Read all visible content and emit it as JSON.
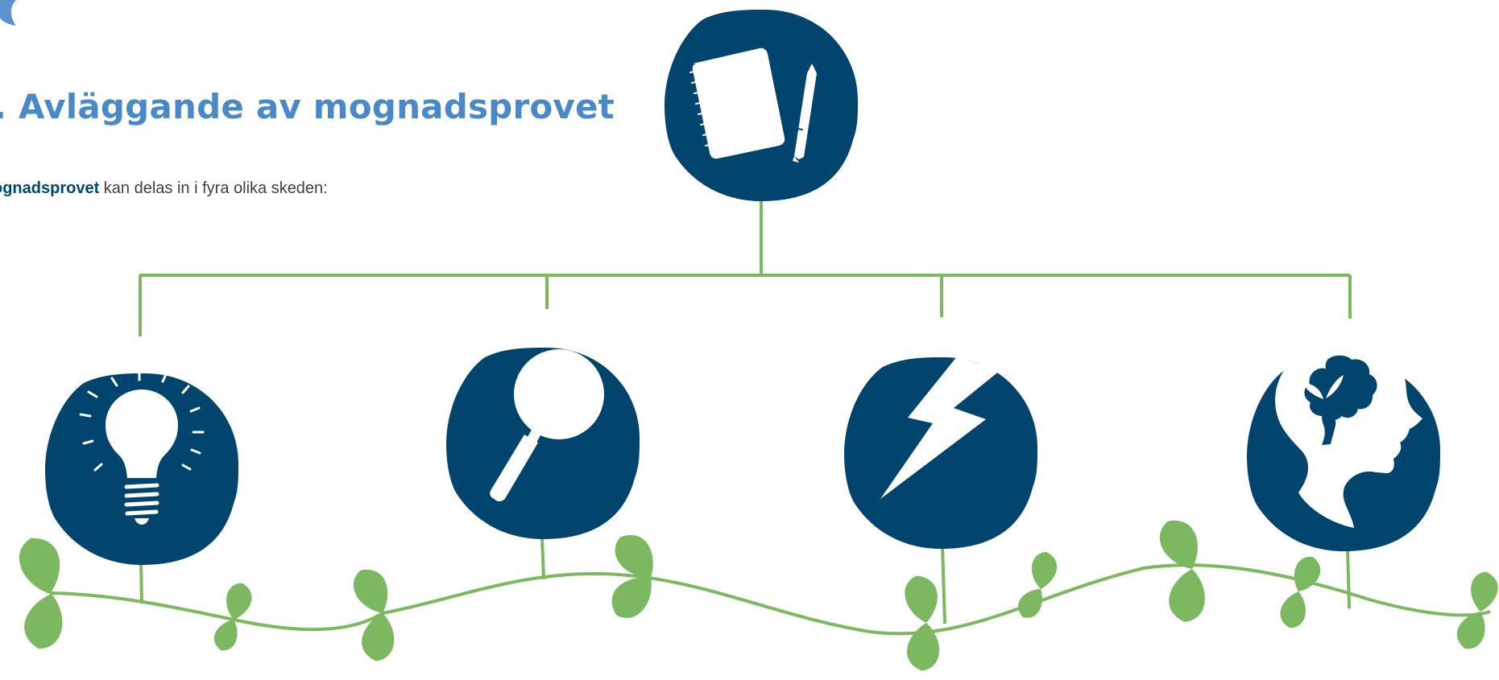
{
  "heading": ". Avläggande av mognadsprovet",
  "intro": {
    "bold": "ognadsprovet",
    "rest": " kan delas in i fyra olika skeden:"
  },
  "icons": {
    "top": "notebook-and-pencil-icon",
    "stage1": "light-bulb-icon",
    "stage2": "magnifying-glass-icon",
    "stage3": "lightning-bolt-icon",
    "stage4": "head-with-brain-icon"
  },
  "colors": {
    "heading": "#4a89c8",
    "intro_bold": "#00476e",
    "blob": "#01456f",
    "connector": "#7cb860",
    "vine": "#7cb860",
    "leaf": "#7cb860",
    "corner_accent": "#5a93cf",
    "icon": "#ffffff"
  }
}
